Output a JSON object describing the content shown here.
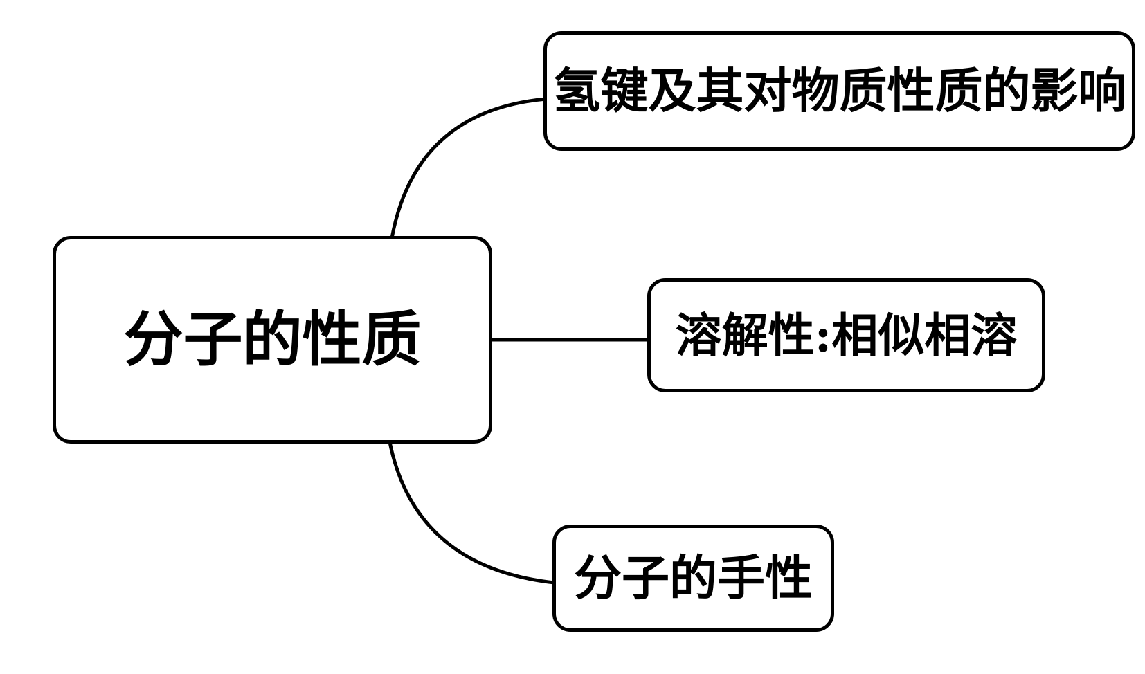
{
  "diagram": {
    "type": "mindmap",
    "background_color": "#ffffff",
    "stroke_color": "#000000",
    "text_color": "#000000",
    "root": {
      "label": "分子的性质"
    },
    "branches": [
      {
        "label": "氢键及其对物质性质的影响"
      },
      {
        "label": "溶解性:相似相溶"
      },
      {
        "label": "分子的手性"
      }
    ]
  }
}
